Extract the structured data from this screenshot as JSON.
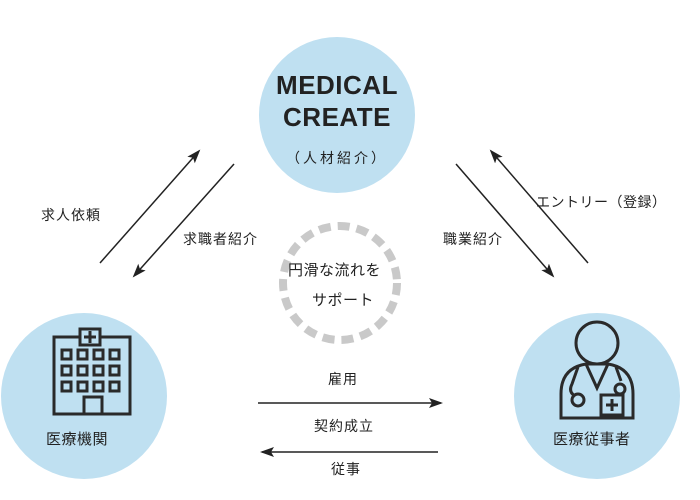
{
  "center": {
    "brand_line1": "MEDICAL",
    "brand_line2": "CREATE",
    "sub": "（人材紹介）"
  },
  "left_node": {
    "label": "医療機関"
  },
  "right_node": {
    "label": "医療従事者"
  },
  "middle": {
    "line1": "円滑な流れを",
    "line2": "サポート"
  },
  "flows": {
    "request": "求人依頼",
    "candidate_intro": "求職者紹介",
    "job_intro": "職業紹介",
    "entry": "エントリー（登録）",
    "hire": "雇用",
    "contract": "契約成立",
    "work": "従事"
  },
  "colors": {
    "circle_fill": "#bfe0f1",
    "arrow": "#222222",
    "dash_ring": "#c9c9c9"
  }
}
